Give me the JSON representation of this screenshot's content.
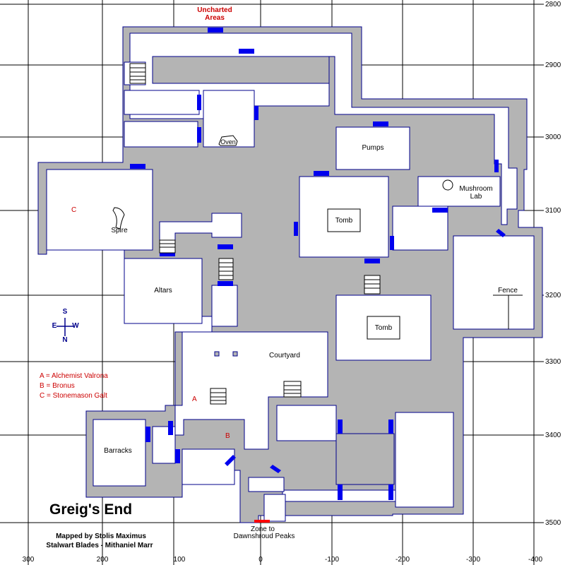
{
  "title": "Greig's End",
  "credits": {
    "line1": "Mapped by Stolis Maximus",
    "line2": "Stalwart Blades - Mithaniel Marr"
  },
  "x_axis_ticks": [
    "300",
    "200",
    "100",
    "0",
    "-100",
    "-200",
    "-300",
    "-400"
  ],
  "y_axis_ticks": [
    "2800",
    "2900",
    "3000",
    "3100",
    "3200",
    "3300",
    "3400",
    "3500"
  ],
  "exits": {
    "north": {
      "line1": "Uncharted",
      "line2": "Areas"
    },
    "south": {
      "line1": "Zone to",
      "line2": "Dawnshroud Peaks"
    }
  },
  "compass": {
    "s": "S",
    "e": "E",
    "w": "W",
    "n": "N"
  },
  "legend": [
    "A = Alchemist Valrona",
    "B = Bronus",
    "C = Stonemason Galt"
  ],
  "rooms": {
    "oven": "Oven",
    "pumps": "Pumps",
    "mushroom_lab_1": "Mushroom",
    "mushroom_lab_2": "Lab",
    "spire": "Spire",
    "tomb_north": "Tomb",
    "tomb_south": "Tomb",
    "altars": "Altars",
    "fence": "Fence",
    "courtyard": "Courtyard",
    "barracks": "Barracks"
  },
  "markers": {
    "a": "A",
    "b": "B",
    "c": "C"
  },
  "colors": {
    "wall": "#b4b4b4",
    "outline": "#00008b",
    "door": "#0000ee",
    "exit": "#ff0000",
    "label_red": "#cc0000"
  }
}
